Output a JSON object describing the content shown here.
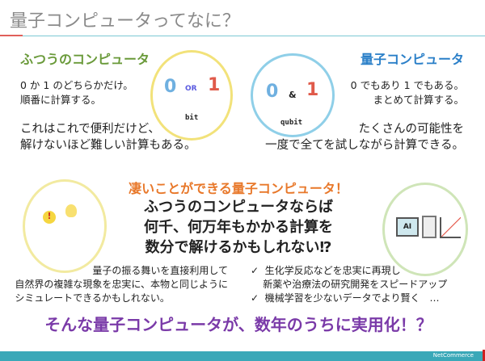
{
  "title": "量子コンピュータってなに？",
  "classical": {
    "heading": "ふつうのコンピュータ",
    "lines1": [
      "0 か 1 のどちらかだけ。",
      "順番に計算する。"
    ],
    "lines2": [
      "これはこれで便利だけど、",
      "解けないほど難しい計算もある。"
    ],
    "image_labels": {
      "zero": "0",
      "or": "OR",
      "one": "1",
      "caption": "bit"
    }
  },
  "quantum": {
    "heading": "量子コンピュータ",
    "lines1": [
      "0 でもあり 1 でもある。",
      "まとめて計算する。"
    ],
    "lines2": [
      "たくさんの可能性を",
      "一度で全てを試しながら計算できる。"
    ],
    "image_labels": {
      "zero": "0",
      "and": "&",
      "one": "1",
      "caption": "qubit"
    }
  },
  "amazing": {
    "heading": "凄いことができる量子コンピュータ！",
    "lines": [
      "ふつうのコンピュータならば",
      "何千、何万年もかかる計算を",
      "数分で解けるかもしれない⁉"
    ],
    "left_lines": [
      "量子の振る舞いを直接利用して",
      "自然界の複雑な現象を忠実に、本物と同じように",
      "シミュレートできるかもしれない。"
    ],
    "right_items": [
      "✓  生化学反応などを忠実に再現し",
      "    新薬や治療法の研究開発をスピードアップ",
      "✓  機械学習を少ないデータでより賢く　…"
    ],
    "ai_label": "AI"
  },
  "conclusion": "そんな量子コンピュータが、数年のうちに実用化！？",
  "footer": {
    "logo": "NetCommerce"
  },
  "colors": {
    "green": "#6a9a3a",
    "blue": "#2a7fc8",
    "orange": "#e8782a",
    "purple": "#7a3aa8",
    "teal": "#3aa8b8"
  }
}
